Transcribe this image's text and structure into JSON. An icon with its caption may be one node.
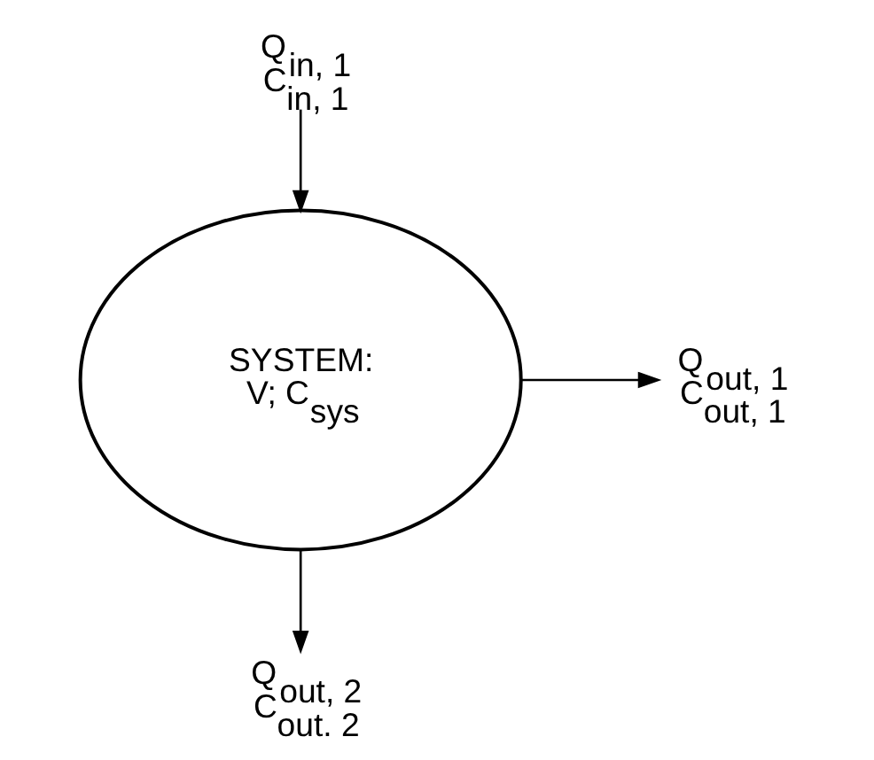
{
  "diagram": {
    "nodes": [
      {
        "text": [
          "Q$_{in, 1}$",
          "C$_{in, 1}$"
        ]
      },
      {
        "text": [
          "SYSTEM:",
          "V; C$_{sys}$"
        ]
      },
      {
        "text": [
          "Q$_{out, 1}$",
          "C$_{out, 1}$"
        ]
      },
      {
        "text": [
          "Q$_{out, 2}$",
          "C$_{out. 2}$"
        ]
      }
    ],
    "edges": [
      {
        "from": 0,
        "to": 1,
        "arrow": "to"
      },
      {
        "from": 1,
        "to": 2,
        "arrow": "to"
      },
      {
        "from": 1,
        "to": 3,
        "arrow": "to"
      }
    ]
  }
}
